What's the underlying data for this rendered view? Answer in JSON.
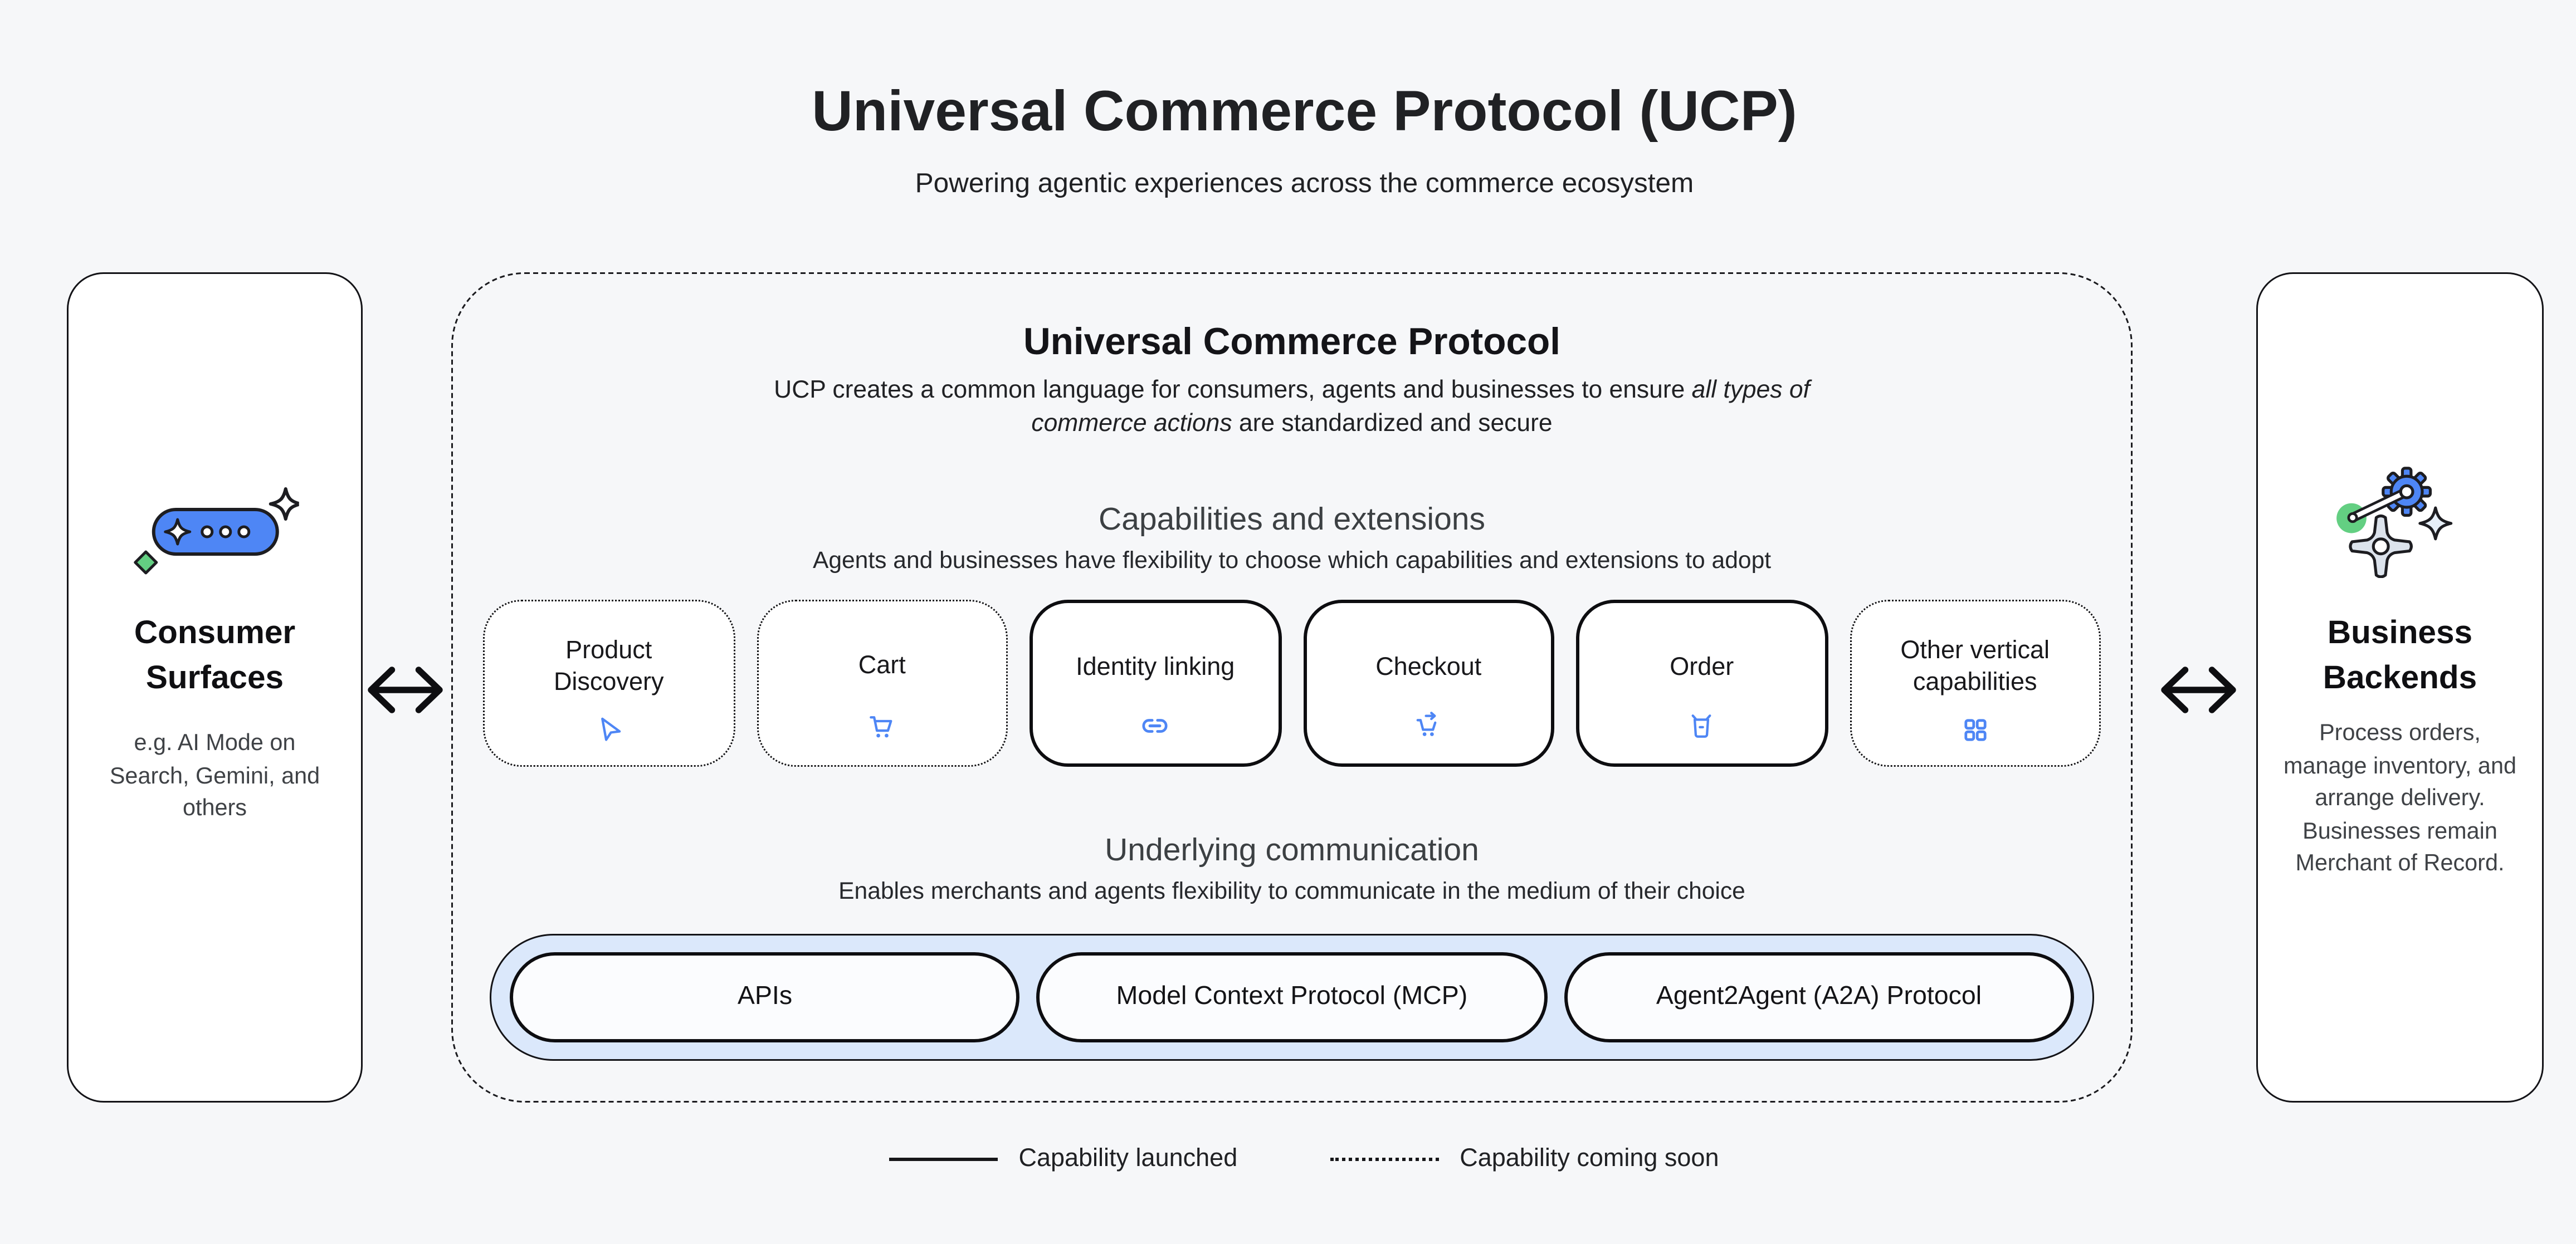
{
  "header": {
    "title": "Universal Commerce Protocol (UCP)",
    "subtitle": "Powering agentic experiences across the commerce ecosystem"
  },
  "consumer_panel": {
    "title": "Consumer Surfaces",
    "caption": "e.g. AI Mode on Search, Gemini, and others",
    "icon": "chat-pill-sparkle-illustration"
  },
  "business_panel": {
    "title": "Business Backends",
    "caption": "Process orders, manage inventory, and arrange delivery. Businesses remain Merchant of Record.",
    "icon": "gears-illustration"
  },
  "ucp_panel": {
    "title": "Universal Commerce Protocol",
    "description_pre": "UCP creates a common language for consumers, agents and businesses to ensure ",
    "description_italic": "all types of commerce actions",
    "description_post": " are standardized and secure",
    "capabilities": {
      "title": "Capabilities and extensions",
      "subtitle": "Agents and businesses have flexibility to choose which capabilities and extensions to adopt",
      "cards": [
        {
          "label": "Product Discovery",
          "icon": "send-icon",
          "status": "coming-soon"
        },
        {
          "label": "Cart",
          "icon": "cart-icon",
          "status": "coming-soon"
        },
        {
          "label": "Identity linking",
          "icon": "link-icon",
          "status": "launched"
        },
        {
          "label": "Checkout",
          "icon": "cart-checkout-icon",
          "status": "launched"
        },
        {
          "label": "Order",
          "icon": "order-box-icon",
          "status": "launched"
        },
        {
          "label": "Other vertical capabilities",
          "icon": "grid-icon",
          "status": "coming-soon"
        }
      ]
    },
    "communication": {
      "title": "Underlying communication",
      "subtitle": "Enables merchants and agents flexibility to communicate in the medium of their choice",
      "pills": [
        {
          "label": "APIs"
        },
        {
          "label": "Model Context Protocol (MCP)"
        },
        {
          "label": "Agent2Agent (A2A) Protocol"
        }
      ]
    }
  },
  "legend": {
    "launched_label": "Capability launched",
    "coming_soon_label": "Capability coming soon"
  },
  "colors": {
    "accent_blue": "#4e86f5",
    "light_blue_fill": "#dbe8fb",
    "green": "#63cf82",
    "page_background": "#f6f7f9",
    "ink": "#131317"
  }
}
